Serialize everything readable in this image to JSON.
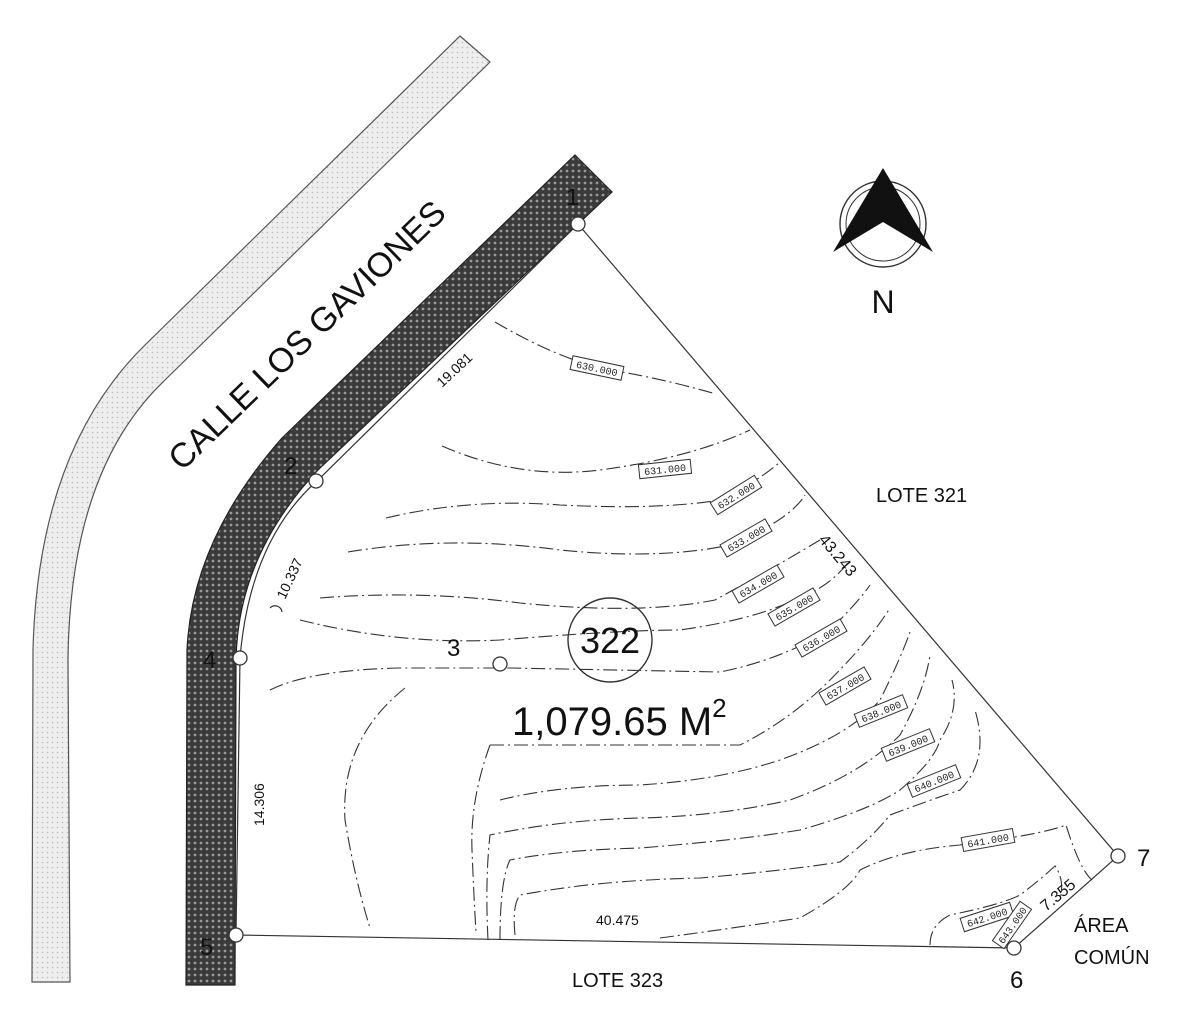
{
  "street": {
    "name": "CALLE LOS GAVIONES"
  },
  "lot": {
    "number": "322",
    "area": "1,079.65 M",
    "area_superscript": "2"
  },
  "neighbors": {
    "east": "LOTE 321",
    "south": "LOTE 323",
    "common_area_line1": "ÁREA",
    "common_area_line2": "COMÚN"
  },
  "north_arrow": {
    "label": "N",
    "icon": "north-arrow-icon"
  },
  "vertices": [
    "1",
    "2",
    "3",
    "4",
    "5",
    "6",
    "7"
  ],
  "measurements": {
    "side_1_2": "19.081",
    "side_2_4": "10.337",
    "side_4_5": "14.306",
    "side_5_6": "40.475",
    "side_6_7": "7.355",
    "side_1_7": "43.243"
  },
  "contours": [
    "630.000",
    "631.000",
    "632.000",
    "633.000",
    "634.000",
    "635.000",
    "636.000",
    "637.000",
    "638.000",
    "639.000",
    "640.000",
    "641.000",
    "642.000",
    "643.000"
  ]
}
